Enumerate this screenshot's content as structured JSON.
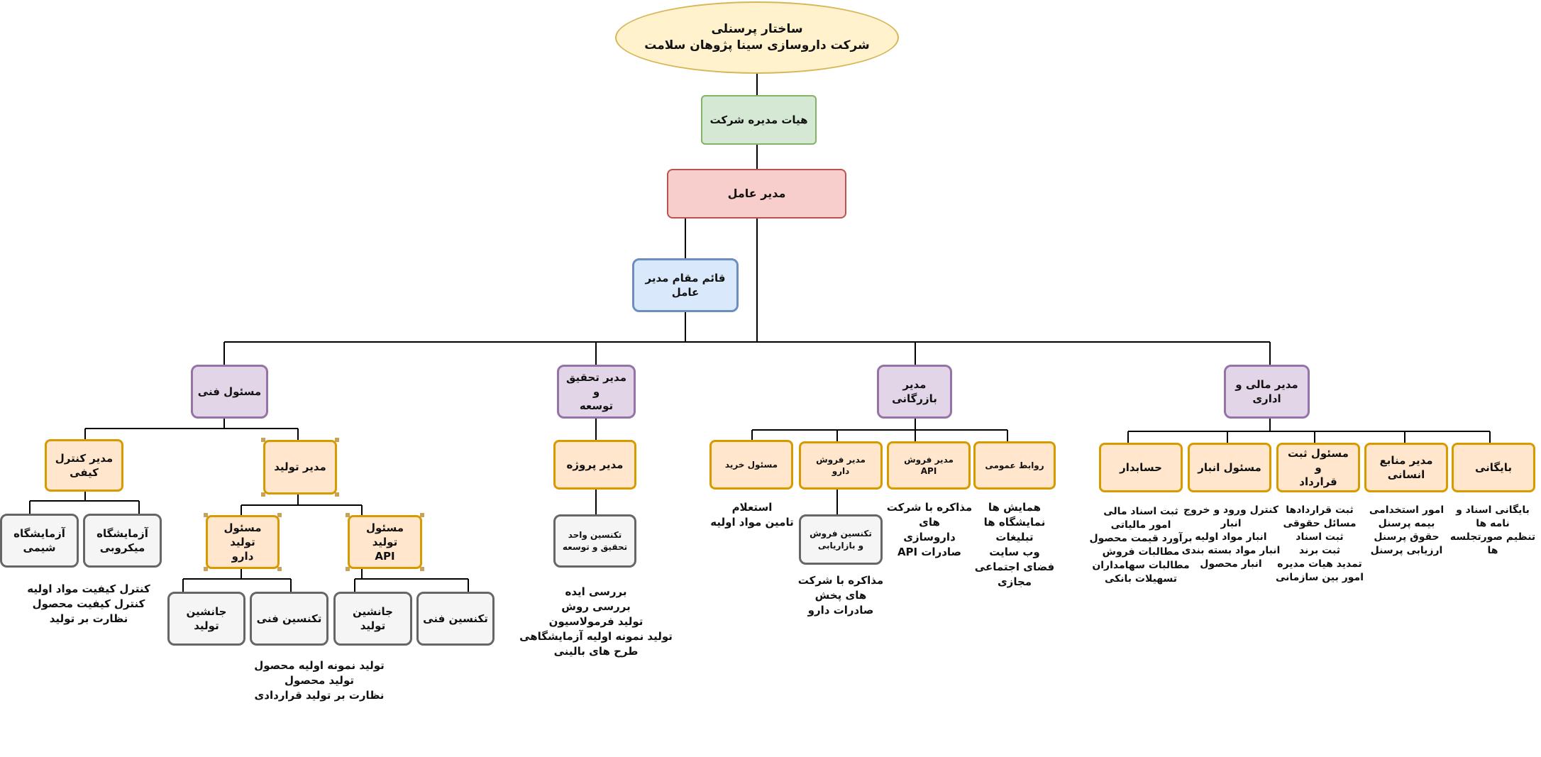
{
  "title": {
    "line1": "ساختار پرسنلی",
    "line2": "شرکت داروسازی سینا پژوهان سلامت"
  },
  "board": "هیات مدیره شرکت",
  "ceo": "مدیر  عامل",
  "deputy": "قائم مقام مدیر عامل",
  "technical": {
    "head": "مسئول فنی",
    "qc_manager": "مدیر کنترل کیفی",
    "chem_lab": "آزمایشگاه\nشیمی",
    "micro_lab": "آزمایشگاه\nمیکروبی",
    "qc_duties": "کنترل کیفیت مواد اولیه\nکنترل کیفیت محصول\nنظارت بر تولید",
    "prod_manager": "مدیر تولید",
    "drug_prod": "مسئول تولید\nدارو",
    "api_prod": "مسئول تولید\nAPI",
    "successor_1": "جانشین تولید",
    "technician_1": "تکنسین فنی",
    "successor_2": "جانشین تولید",
    "technician_2": "تکنسین فنی",
    "prod_duties": "تولید نمونه اولیه محصول\nتولید محصول\nنظارت بر تولید قراردادی"
  },
  "rnd": {
    "head": "مدیر تحقیق و\nتوسعه",
    "project_manager": "مدیر پروژه",
    "technician": "تکنسین واحد\nتحقیق و توسعه",
    "duties": "بررسی ایده\nبررسی روش\nتولید فرمولاسیون\nتولید نمونه اولیه آزمایشگاهی\nطرح های بالینی"
  },
  "commerce": {
    "head": "مدیر بازرگانی",
    "purchasing": "مسئول خرید",
    "purchasing_duties": "استعلام\nتامین مواد اولیه",
    "drug_sales": "مدیر فروش\nدارو",
    "sales_tech": "تکنسین فروش\nو بازاریابی",
    "sales_tech_duties": "مذاکره با شرکت\nهای پخش\nصادرات دارو",
    "api_sales": "مدیر فروش\nAPI",
    "api_sales_duties": "مذاکره با شرکت های\nداروسازی\nصادرات API",
    "pr": "روابط عمومی",
    "pr_duties": "همایش ها\nنمایشگاه ها\nتبلیغات\nوب سایت\nفضای اجتماعی مجازی"
  },
  "finance": {
    "head": "مدیر مالی و\nاداری",
    "accountant": "حسابدار",
    "accountant_duties": "ثبت اسناد مالی\nامور مالیاتی\nبرآورد قیمت محصول\nمطالبات فروش\nمطالبات سهامداران\nتسهیلات بانکی",
    "warehouse": "مسئول انبار",
    "warehouse_duties": "کنترل ورود و خروج\nانبار\nانبار مواد اولیه\nانبار مواد بسته بندی\nانبار محصول",
    "registration": "مسئول ثبت و\nقرارداد",
    "registration_duties": "ثبت قراردادها\nمسائل حقوقی\nثبت اسناد\nثبت برند\nتمدید هیات مدیره\nامور بین سازمانی",
    "hr": "مدیر منابع\nانسانی",
    "hr_duties": "امور استخدامی\nبیمه پرسنل\nحقوق پرسنل\nارزیابی پرسنل",
    "archive": "بایگانی",
    "archive_duties": "بایگانی اسناد و\nنامه ها\nتنظیم صورتجلسه ها"
  }
}
